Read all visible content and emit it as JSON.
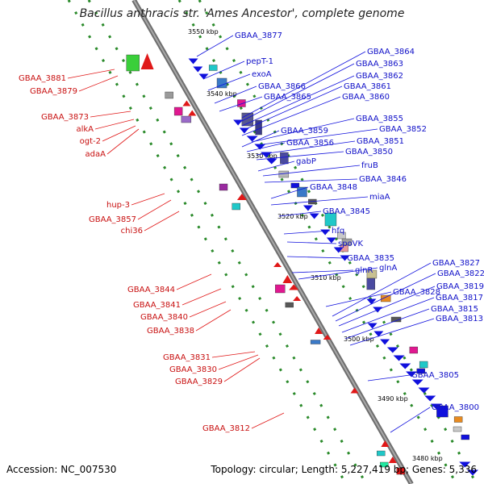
{
  "title": "Bacillus anthracis str. 'Ames Ancestor', complete genome",
  "footer": {
    "accession": "Accession: NC_007530",
    "summary": "Topology: circular; Length: 5,227,419 bp; Genes: 5,336"
  },
  "scale_labels": [
    "3550 kbp",
    "3540 kbp",
    "3530 kbp",
    "3520 kbp",
    "3510 kbp",
    "3500 kbp",
    "3490 kbp",
    "3480 kbp"
  ],
  "right_labels": [
    "GBAA_3877",
    "pepT-1",
    "exoA",
    "GBAA_3866",
    "GBAA_3865",
    "GBAA_3864",
    "GBAA_3863",
    "GBAA_3862",
    "GBAA_3861",
    "GBAA_3860",
    "GBAA_3855",
    "GBAA_3852",
    "GBAA_3859",
    "GBAA_3856",
    "GBAA_3851",
    "GBAA_3850",
    "gabP",
    "fruB",
    "GBAA_3846",
    "GBAA_3848",
    "miaA",
    "GBAA_3845",
    "hfq",
    "spoVK",
    "GBAA_3835",
    "glnR",
    "glnA",
    "GBAA_3828",
    "GBAA_3827",
    "GBAA_3822",
    "GBAA_3819",
    "GBAA_3817",
    "GBAA_3815",
    "GBAA_3813",
    "GBAA_3805",
    "GBAA_3800"
  ],
  "left_labels": [
    "GBAA_3881",
    "GBAA_3879",
    "GBAA_3873",
    "alkA",
    "ogt-2",
    "adaA",
    "hup-3",
    "GBAA_3857",
    "chi36",
    "GBAA_3844",
    "GBAA_3841",
    "GBAA_3840",
    "GBAA_3838",
    "GBAA_3831",
    "GBAA_3830",
    "GBAA_3829",
    "GBAA_3812"
  ],
  "colors": {
    "forward_strand": "#1010dd",
    "reverse_strand": "#dd1010",
    "backbone": "#888888",
    "ruler_dots": "#2a8a2a",
    "right_label": "#1010c8",
    "left_label": "#c81010"
  }
}
